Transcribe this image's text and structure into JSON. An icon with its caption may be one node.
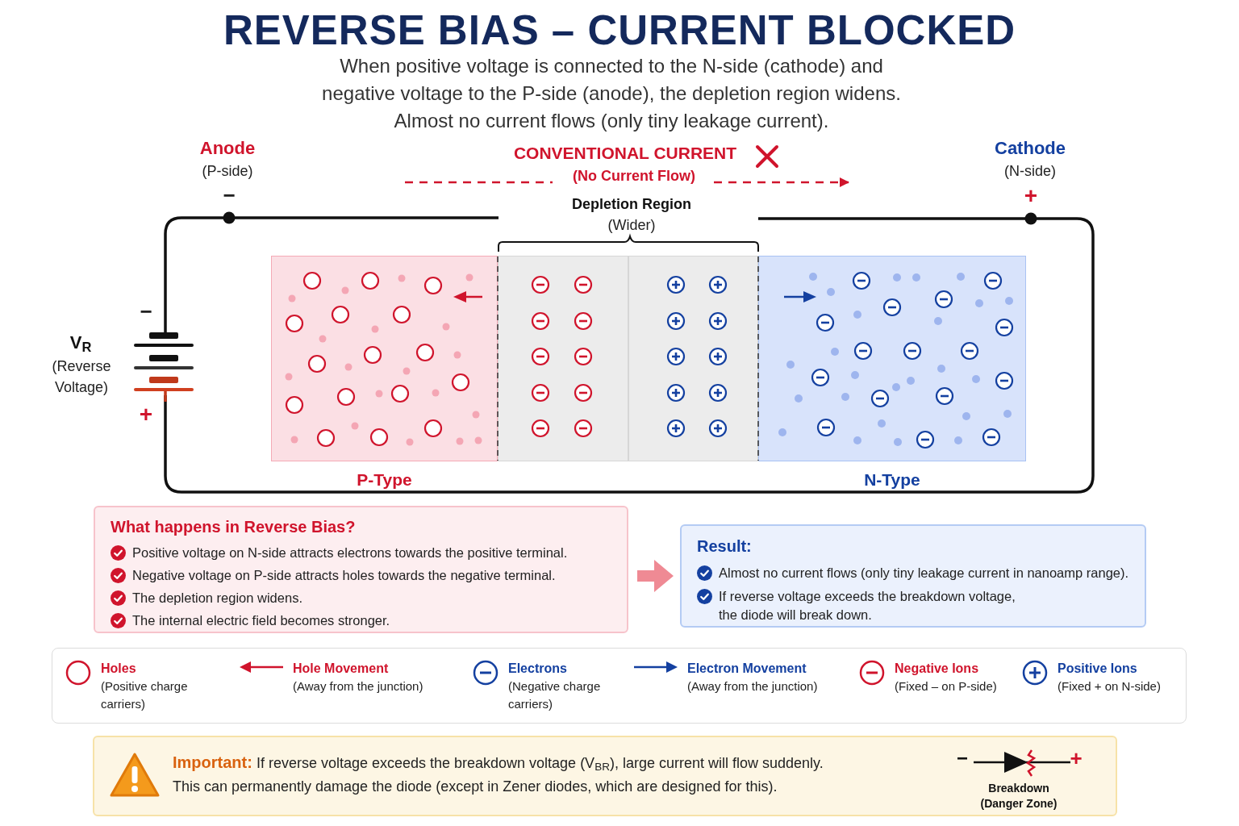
{
  "diagram": {
    "title": "REVERSE BIAS – CURRENT BLOCKED",
    "nodes": [
      {
        "text": [
          "P-Type"
        ]
      },
      {
        "text": [],
        "shape": "box"
      },
      {
        "text": [],
        "shape": "box"
      },
      {
        "text": [
          "N-Type"
        ]
      },
      {
        "text": [
          "What happens in Reverse Bias?",
          "Positive voltage on N-side attracts electrons towards the positive terminal.",
          "Negative voltage on P-side attracts holes towards the negative terminal.",
          "The depletion region widens.",
          "The internal electric field becomes stronger."
        ]
      },
      {
        "text": [
          "Result:",
          "Almost no current flows (only tiny leakage current in nanoamp range).",
          "If reverse voltage exceeds the breakdown voltage, the diode will break down."
        ]
      },
      {
        "text": [
          "**Important:** If reverse voltage exceeds the breakdown voltage (V$_{BR}$), large current will flow suddenly.",
          "This can permanently damage the diode (except in Zener diodes, which are designed for this)."
        ]
      }
    ],
    "edges": [
      {
        "from": 4,
        "to": 5,
        "arrow": "to",
        "style": "thick"
      }
    ],
    "labels": [
      "When positive voltage is connected to the N-side (cathode) and negative voltage to the P-side (anode), the depletion region widens. Almost no current flows (only tiny leakage current).",
      "Anode",
      "(P-side)",
      "CONVENTIONAL CURRENT",
      "Cathode",
      "(N-side)",
      "(No Current Flow)",
      "−",
      "+",
      "Depletion Region",
      "(Wider)",
      "−",
      "V$_{R}$",
      "(Reverse Voltage)",
      "+",
      "−",
      "+",
      "Breakdown (Danger Zone)"
    ],
    "legend": [
      {
        "text": "**Holes** (Positive charge carriers)"
      },
      {
        "text": "**Hole Movement** (Away from the junction)"
      },
      {
        "text": "**Electrons** (Negative charge carriers)"
      },
      {
        "text": "**Electron Movement** (Away from the junction)"
      },
      {
        "text": "**Negative Ions** (Fixed – on P-side)"
      },
      {
        "text": "**Positive Ions** (Fixed + on N-side)"
      }
    ]
  }
}
